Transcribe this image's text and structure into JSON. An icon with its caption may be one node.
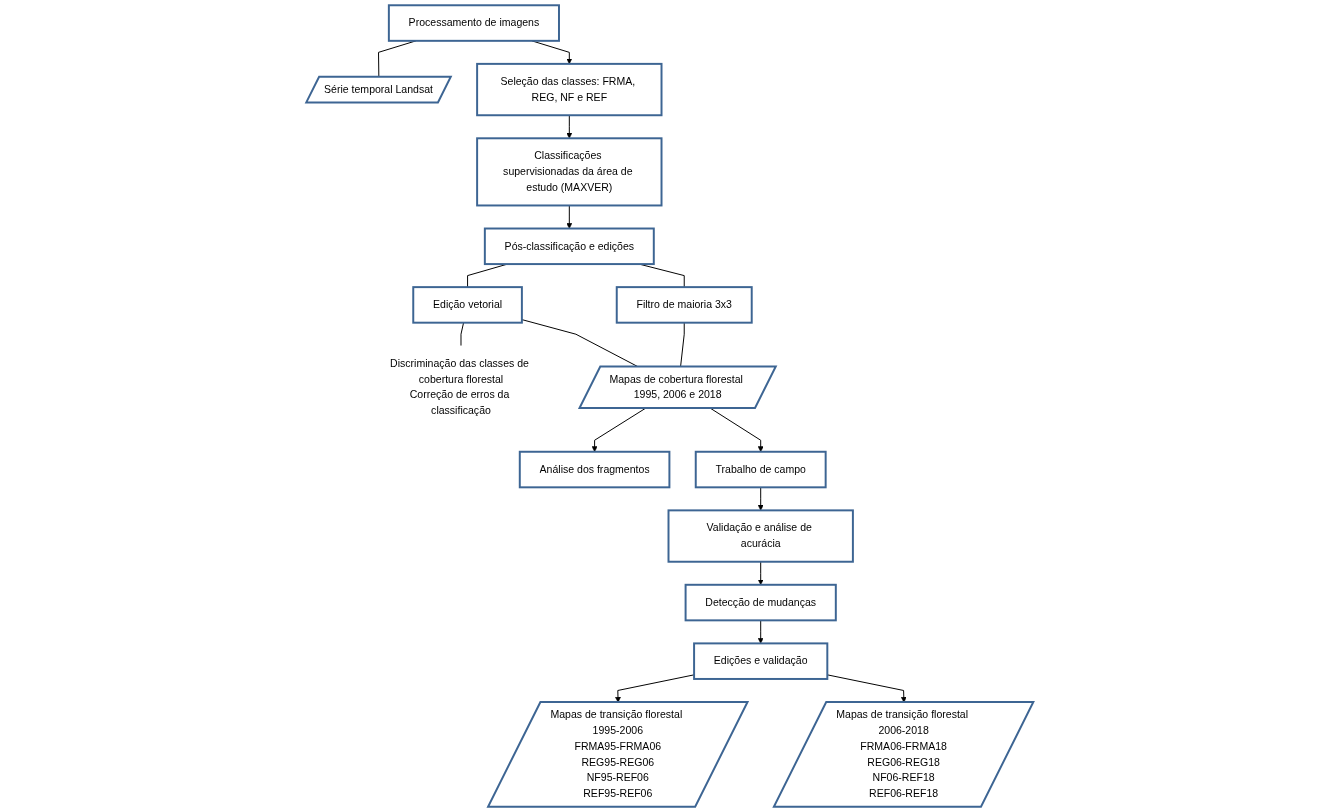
{
  "diagram": {
    "nodes": [
      {
        "text": [
          "Processamento de imagens"
        ]
      },
      {
        "text": [
          "Série temporal Landsat"
        ]
      },
      {
        "text": [
          "Seleção das classes: FRMA, REG, NF e REF"
        ]
      },
      {
        "text": [
          "Classificações supervisionadas da área de estudo (MAXVER)"
        ]
      },
      {
        "text": [
          "Pós-classificação e edições"
        ]
      },
      {
        "text": [
          "Filtro de maioria 3x3"
        ]
      },
      {
        "text": [
          "Edição vetorial"
        ]
      },
      {
        "text": [
          "Discriminação das classes de cobertura florestal",
          "Correção de erros da classificação"
        ]
      },
      {
        "text": [
          "Mapas de cobertura florestal 1995, 2006 e 2018"
        ]
      },
      {
        "text": [
          "Análise dos fragmentos"
        ]
      },
      {
        "text": [
          "Mapas de transição florestal 1995-2006",
          "FRMA95-FRMA06",
          "REG95-REG06",
          "NF95-REF06",
          "REF95-REF06"
        ]
      },
      {
        "text": [
          "Mapas de transição florestal 2006-2018",
          "FRMA06-FRMA18",
          "REG06-REG18",
          "NF06-REF18",
          "REF06-REF18"
        ]
      },
      {
        "text": [
          "Trabalho de campo"
        ]
      },
      {
        "text": [
          "Validação e análise de acurácia"
        ]
      },
      {
        "text": [
          "Detecção de mudanças"
        ]
      },
      {
        "text": [
          "Edições e validação"
        ]
      }
    ],
    "edges": [
      {
        "from": 0,
        "to": 1,
        "arrow": "none"
      },
      {
        "from": 0,
        "to": 2,
        "arrow": "to"
      },
      {
        "from": 2,
        "to": 3,
        "arrow": "to"
      },
      {
        "from": 3,
        "to": 4,
        "arrow": "to"
      },
      {
        "from": 4,
        "to": 5,
        "arrow": "none"
      },
      {
        "from": 4,
        "to": 6,
        "arrow": "none"
      },
      {
        "from": 6,
        "to": 7,
        "arrow": "none"
      },
      {
        "from": 5,
        "to": 8,
        "arrow": "none"
      },
      {
        "from": 6,
        "to": 8,
        "arrow": "none"
      },
      {
        "from": 8,
        "to": 9,
        "arrow": "to"
      },
      {
        "from": 8,
        "to": 12,
        "arrow": "to"
      },
      {
        "from": 12,
        "to": 13,
        "arrow": "to"
      },
      {
        "from": 13,
        "to": 14,
        "arrow": "to"
      },
      {
        "from": 14,
        "to": 15,
        "arrow": "to"
      },
      {
        "from": 15,
        "to": 10,
        "arrow": "to"
      },
      {
        "from": 15,
        "to": 11,
        "arrow": "to"
      }
    ]
  }
}
